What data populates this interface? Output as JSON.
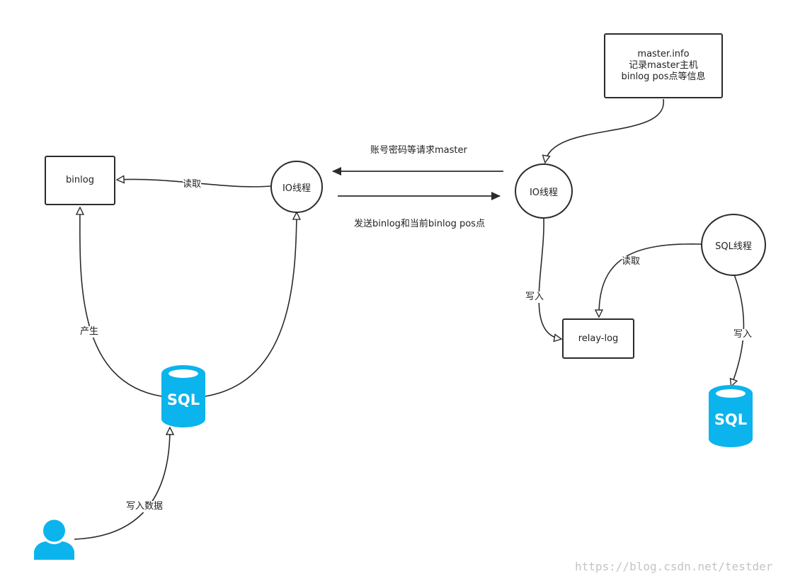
{
  "master": {
    "binlog": "binlog",
    "io_thread": "IO线程",
    "read_label": "读取",
    "produce_label": "产生",
    "write_data_label": "写入数据",
    "db_label": "SQL"
  },
  "connection": {
    "request_label": "账号密码等请求master",
    "send_label": "发送binlog和当前binlog pos点"
  },
  "slave": {
    "master_info": {
      "line1": "master.info",
      "line2": "记录master主机",
      "line3": "binlog pos点等信息"
    },
    "io_thread": "IO线程",
    "write_label": "写入",
    "relay_log": "relay-log",
    "sql_thread": "SQL线程",
    "read_label": "读取",
    "sql_write_label": "写入",
    "db_label": "SQL"
  },
  "watermark": "https://blog.csdn.net/testder",
  "colors": {
    "db": "#0bb4ec",
    "user": "#0bb4ec",
    "line": "#2b2b2b"
  }
}
